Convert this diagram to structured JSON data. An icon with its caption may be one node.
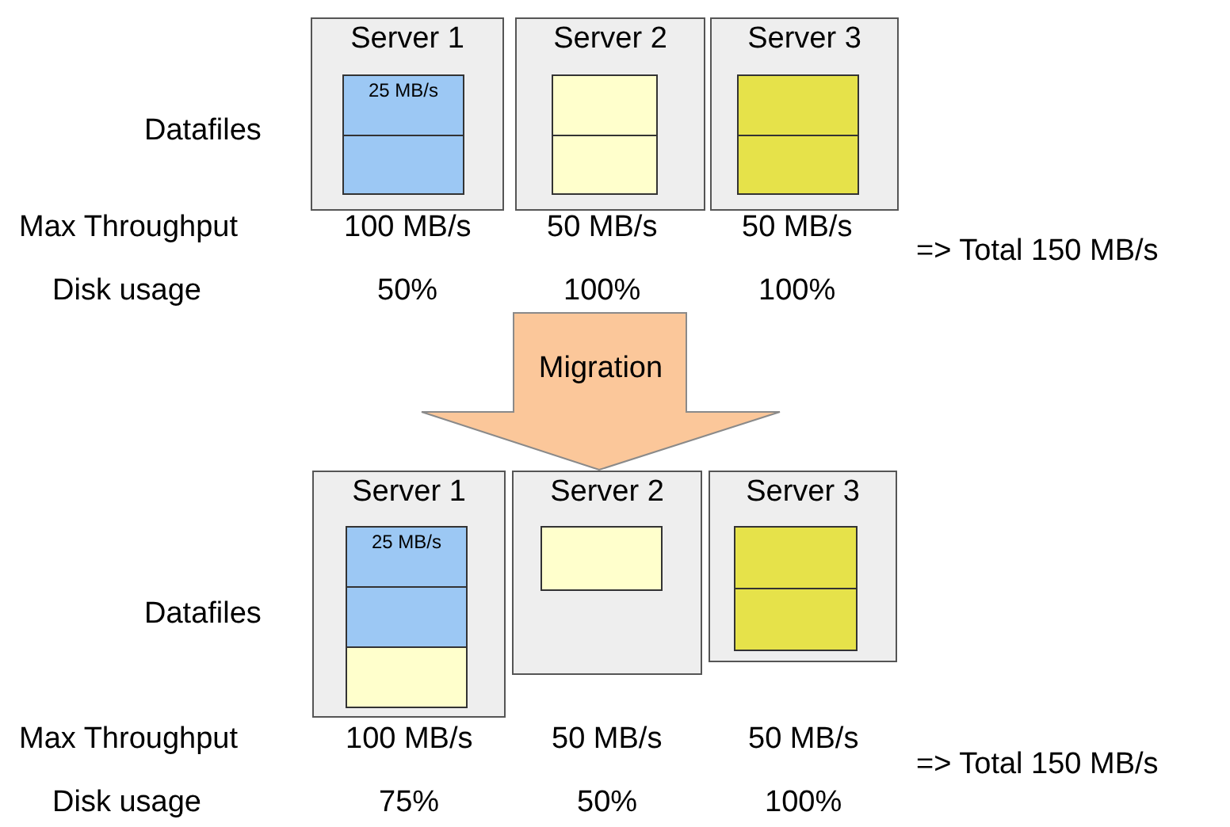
{
  "diagram": {
    "nodes": [
      {
        "text": [
          "Server 1"
        ]
      },
      {
        "text": [
          "25 MB/s"
        ],
        "in": 0
      },
      {
        "text": [],
        "shape": "box",
        "in": 0
      },
      {
        "text": [
          "Server 2"
        ]
      },
      {
        "text": [],
        "shape": "box",
        "in": 3
      },
      {
        "text": [],
        "shape": "box",
        "in": 3
      },
      {
        "text": [
          "Server 3"
        ]
      },
      {
        "text": [],
        "shape": "box",
        "in": 6
      },
      {
        "text": [],
        "shape": "box",
        "in": 6
      },
      {
        "text": [
          "Migration"
        ]
      },
      {
        "text": [
          "Server 1"
        ]
      },
      {
        "text": [
          "25 MB/s"
        ],
        "in": 10
      },
      {
        "text": [],
        "shape": "box",
        "in": 10
      },
      {
        "text": [],
        "shape": "box",
        "in": 10
      },
      {
        "text": [
          "Server 2"
        ]
      },
      {
        "text": [],
        "shape": "box",
        "in": 14
      },
      {
        "text": [
          "Server 3"
        ]
      },
      {
        "text": [],
        "shape": "box",
        "in": 16
      },
      {
        "text": [],
        "shape": "box",
        "in": 16
      }
    ],
    "edges": [],
    "labels": [
      "Datafiles",
      "Max Throughput",
      "100 MB/s",
      "50 MB/s",
      "50 MB/s",
      "=> Total 150 MB/s",
      "Disk usage",
      "50%",
      "100%",
      "100%",
      "Datafiles",
      "Max Throughput",
      "100 MB/s",
      "50 MB/s",
      "50 MB/s",
      "=> Total 150 MB/s",
      "Disk usage",
      "75%",
      "50%",
      "100%"
    ]
  }
}
